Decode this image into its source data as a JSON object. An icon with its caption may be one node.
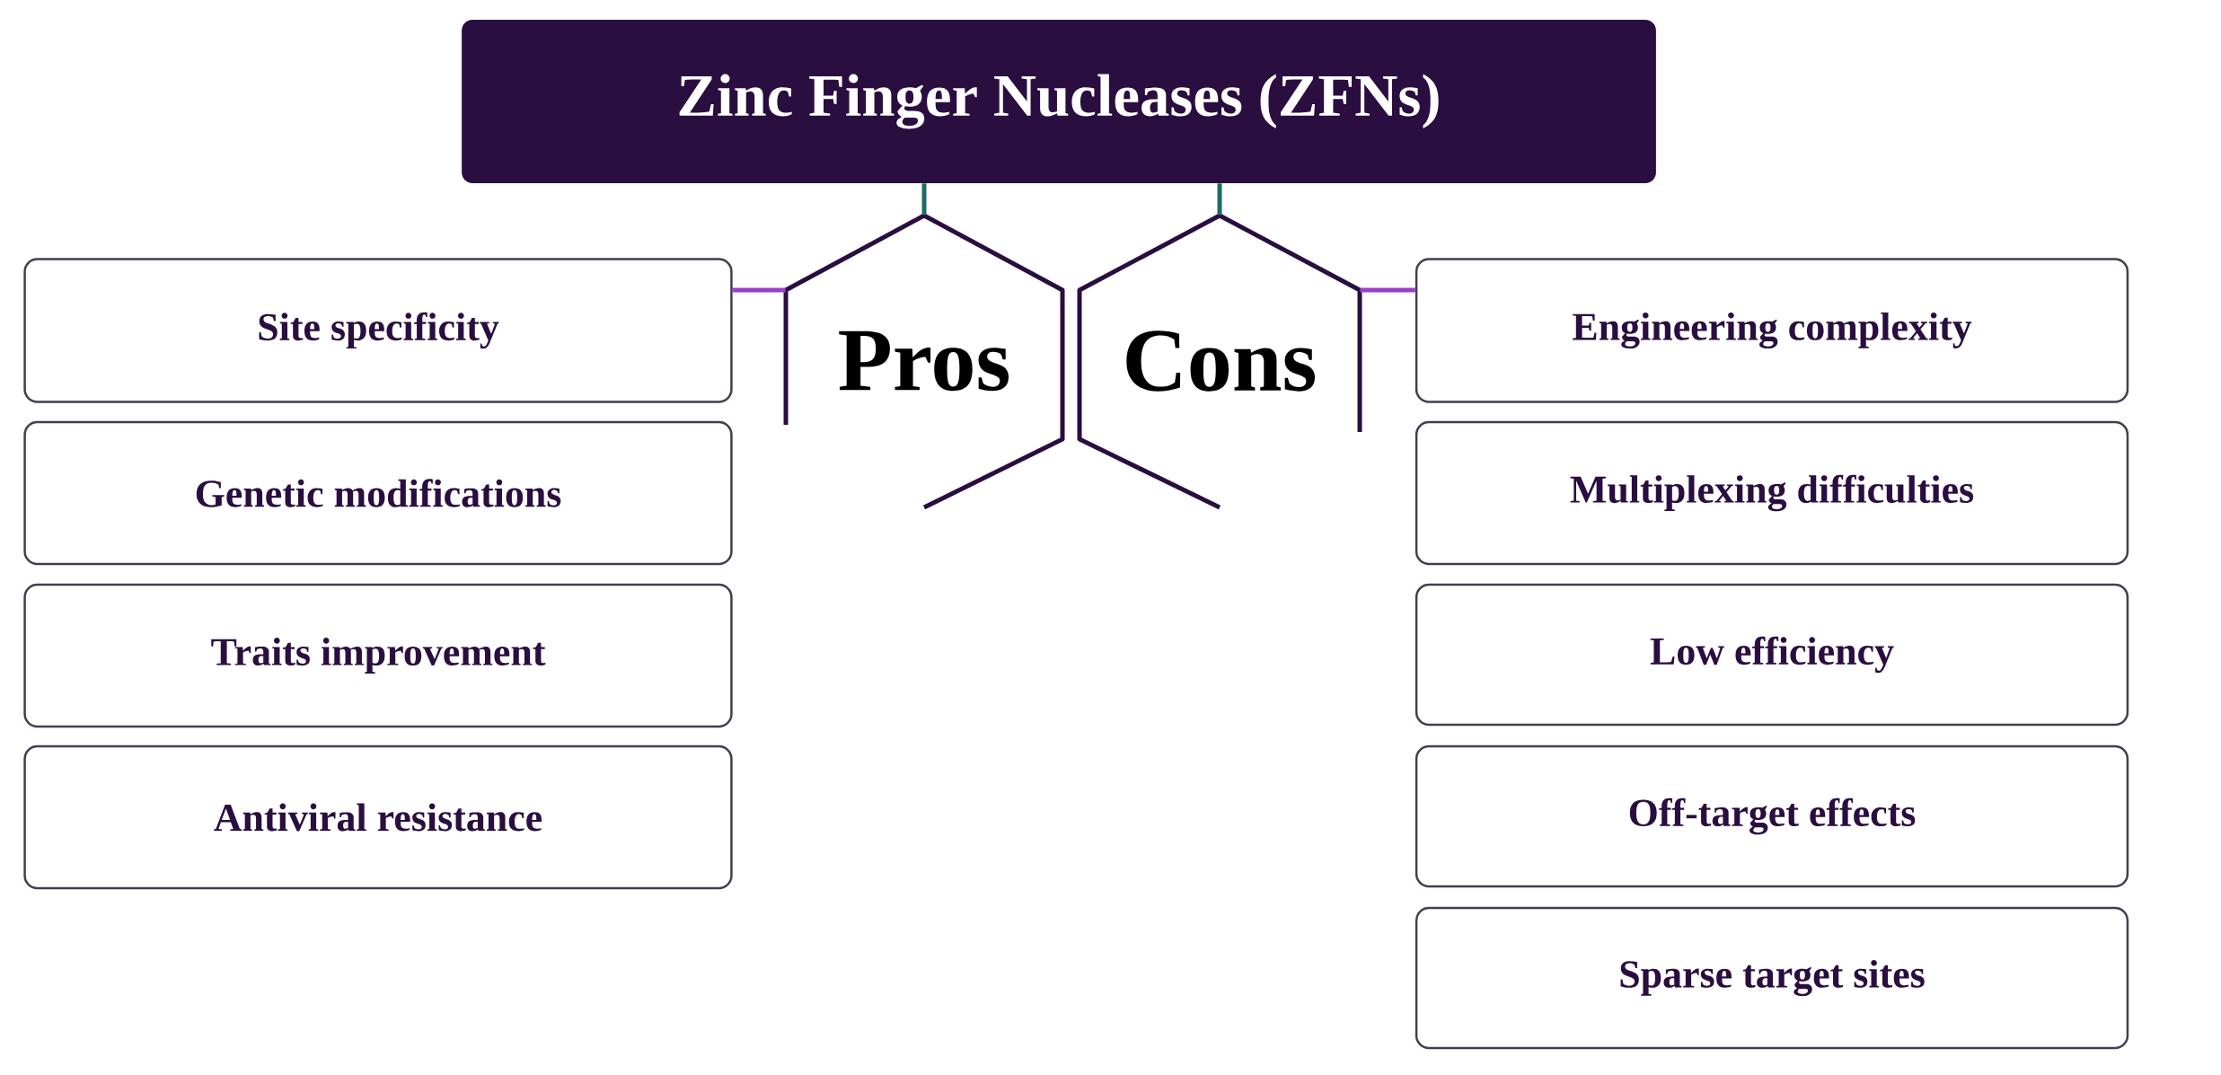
{
  "diagram": {
    "nodes": [
      {
        "text": [
          "Zinc Finger Nucleases (ZFNs)"
        ]
      },
      {
        "text": [
          "Pros"
        ]
      },
      {
        "text": [
          "Cons"
        ]
      },
      {
        "text": [
          "Site specificity"
        ]
      },
      {
        "text": [
          "Genetic modifications"
        ]
      },
      {
        "text": [
          "Traits improvement"
        ]
      },
      {
        "text": [
          "Antiviral resistance"
        ]
      },
      {
        "text": [
          "Engineering complexity"
        ]
      },
      {
        "text": [
          "Multiplexing difficulties"
        ]
      },
      {
        "text": [
          "Low efficiency"
        ]
      },
      {
        "text": [
          "Off-target effects"
        ]
      },
      {
        "text": [
          "Sparse target sites"
        ]
      }
    ],
    "edges": [
      {
        "from": 0,
        "to": 1,
        "arrow": "none",
        "color": "#1f6b66"
      },
      {
        "from": 0,
        "to": 2,
        "arrow": "none",
        "color": "#1f6b66"
      },
      {
        "from": 1,
        "to": 3,
        "arrow": "none",
        "color": "#9b3fc8"
      },
      {
        "from": 2,
        "to": 7,
        "arrow": "none",
        "color": "#9b3fc8"
      }
    ]
  }
}
